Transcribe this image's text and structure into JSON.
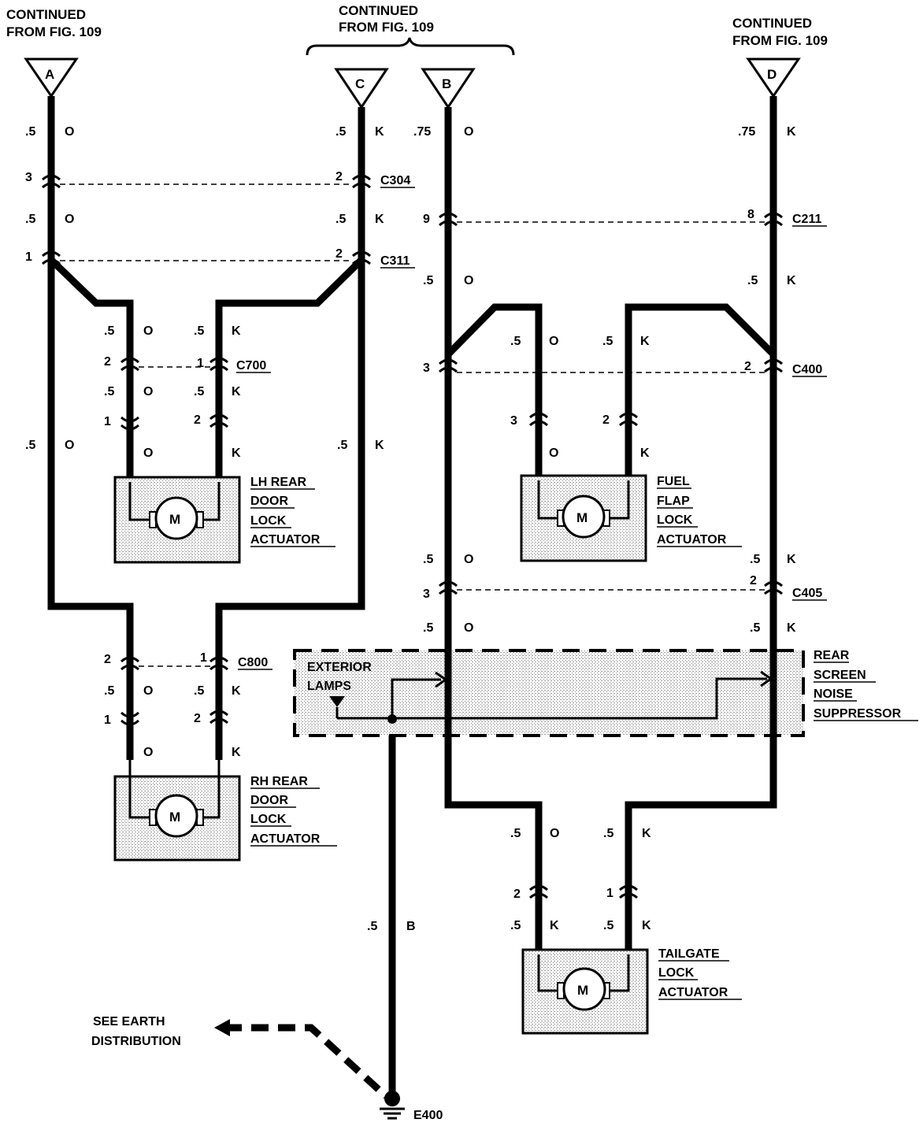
{
  "continued": {
    "a": [
      "CONTINUED",
      "FROM FIG. 109"
    ],
    "cb": [
      "CONTINUED",
      "FROM FIG. 109"
    ],
    "d": [
      "CONTINUED",
      "FROM FIG. 109"
    ]
  },
  "terminals": {
    "a": "A",
    "c": "C",
    "b": "B",
    "d": "D"
  },
  "wire_labels": {
    "a_size": ".5",
    "a_color": "O",
    "c_size": ".5",
    "c_color": "K",
    "b_size": ".75",
    "b_color": "O",
    "d_size": ".75",
    "d_color": "K",
    "a2_size": ".5",
    "a2_color": "O",
    "c2_size": ".5",
    "c2_color": "K",
    "lh_o1_size": ".5",
    "lh_o1_color": "O",
    "lh_k1_size": ".5",
    "lh_k1_color": "K",
    "lh_o2_size": ".5",
    "lh_o2_color": "O",
    "lh_k2_size": ".5",
    "lh_k2_color": "K",
    "lh_o3_color": "O",
    "lh_k3_color": "K",
    "left_size": ".5",
    "left_color": "O",
    "right_size": ".5",
    "right_color": "K",
    "b2_size": ".5",
    "b2_color": "O",
    "d2_size": ".5",
    "d2_color": "K",
    "ff_o_size": ".5",
    "ff_o_color": "O",
    "ff_k_size": ".5",
    "ff_k_color": "K",
    "ff_o2_color": "O",
    "ff_k2_color": "K",
    "b3_size": ".5",
    "b3_color": "O",
    "d3_size": ".5",
    "d3_color": "K",
    "b4_size": ".5",
    "b4_color": "O",
    "d4_size": ".5",
    "d4_color": "K",
    "rh_o1_size": ".5",
    "rh_o1_color": "O",
    "rh_k1_size": ".5",
    "rh_k1_color": "K",
    "rh_o2_color": "O",
    "rh_k2_color": "K",
    "earth_size": ".5",
    "earth_color": "B",
    "tg_o_size": ".5",
    "tg_o_color": "O",
    "tg_k_size": ".5",
    "tg_k_color": "K",
    "tg_k2_size": ".5",
    "tg_k2_color": "K",
    "tg_k3_size": ".5",
    "tg_k3_color": "K"
  },
  "connectors": {
    "c304": "C304",
    "c311": "C311",
    "c211": "C211",
    "c700": "C700",
    "c400": "C400",
    "c405": "C405",
    "c800": "C800",
    "e400": "E400"
  },
  "pins": {
    "c304_a": "3",
    "c304_c": "2",
    "c311_a": "1",
    "c311_c": "2",
    "c211_b": "9",
    "c211_d": "8",
    "c700_o": "2",
    "c700_k": "1",
    "lh_o": "1",
    "lh_k": "2",
    "c400_b": "3",
    "c400_d": "2",
    "ff_o": "3",
    "ff_k": "2",
    "c405_b": "3",
    "c405_d": "2",
    "c800_o": "2",
    "c800_k": "1",
    "rh_o": "1",
    "rh_k": "2",
    "tg_o": "2",
    "tg_k": "1"
  },
  "components": {
    "lh_rear": [
      "LH REAR",
      "DOOR",
      "LOCK",
      "ACTUATOR"
    ],
    "fuel_flap": [
      "FUEL",
      "FLAP",
      "LOCK",
      "ACTUATOR"
    ],
    "rh_rear": [
      "RH REAR",
      "DOOR",
      "LOCK",
      "ACTUATOR"
    ],
    "tailgate": [
      "TAILGATE",
      "LOCK",
      "ACTUATOR"
    ],
    "exterior": [
      "EXTERIOR",
      "LAMPS"
    ],
    "noise": [
      "REAR",
      "SCREEN",
      "NOISE",
      "SUPPRESSOR"
    ],
    "earth": [
      "SEE EARTH",
      "DISTRIBUTION"
    ],
    "motor": "M"
  }
}
